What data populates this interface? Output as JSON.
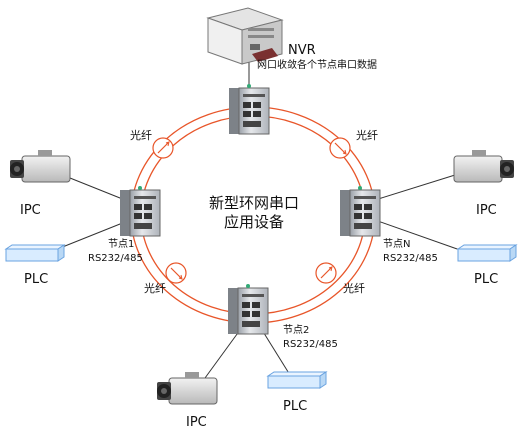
{
  "nvr": {
    "label": "NVR",
    "desc": "网口收敛各个节点串口数据"
  },
  "center": {
    "line1": "新型环网串口",
    "line2": "应用设备"
  },
  "fiber_label": "光纤",
  "nodes": {
    "left": {
      "name": "节点1",
      "port": "RS232/485",
      "ipc": "IPC",
      "plc": "PLC"
    },
    "right": {
      "name": "节点N",
      "port": "RS232/485",
      "ipc": "IPC",
      "plc": "PLC"
    },
    "bottom": {
      "name": "节点2",
      "port": "RS232/485",
      "ipc": "IPC",
      "plc": "PLC"
    }
  },
  "colors": {
    "ring": "#e8562a",
    "switch_body": "#c8ccd2",
    "plc_fill": "#d9ecff",
    "plc_stroke": "#6aa3e0"
  }
}
